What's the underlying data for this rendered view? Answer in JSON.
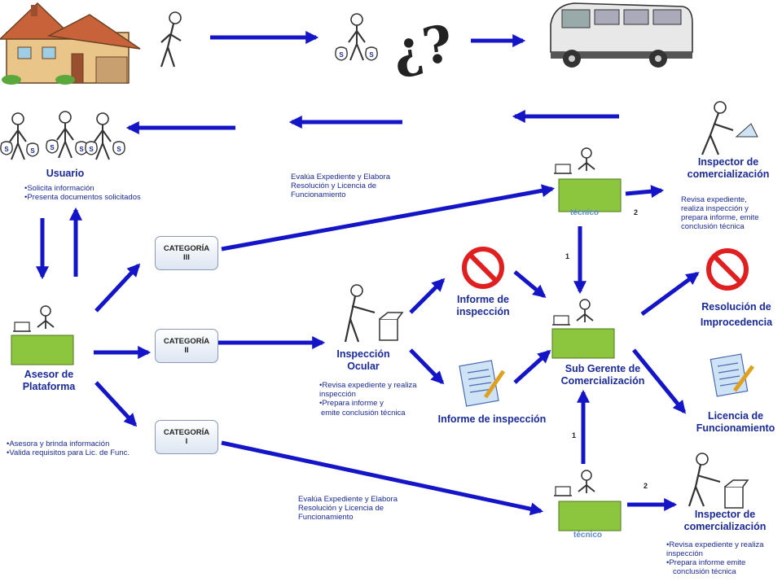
{
  "question_mark": "¿?",
  "usuario": {
    "title": "Usuario",
    "items": [
      "Solicita información",
      "Presenta documentos solicitados"
    ]
  },
  "asesor": {
    "title_line1": "Asesor de",
    "title_line2": "Plataforma",
    "items": [
      "Asesora y brinda información",
      "Valida requisitos para Lic. de Func."
    ]
  },
  "categorias": {
    "c3": {
      "line1": "CATEGORÍA",
      "line2": "III"
    },
    "c2": {
      "line1": "CATEGORÍA",
      "line2": "II"
    },
    "c1": {
      "line1": "CATEGORÍA",
      "line2": "I"
    }
  },
  "evalua_top": [
    "Evalúa Expediente y Elabora",
    "Resolución y Licencia de",
    "Funcionamiento"
  ],
  "evalua_bottom": [
    "Evalúa Expediente y Elabora",
    "Resolución y Licencia de",
    "Funcionamiento"
  ],
  "inspeccion_ocular": {
    "title_line1": "Inspección",
    "title_line2": "Ocular",
    "items": [
      "Revisa expediente y realiza inspección",
      "Prepara informe y"
    ],
    "extra": "emite conclusión técnica"
  },
  "informe_top": {
    "line1": "Informe de",
    "line2": "inspección"
  },
  "informe_bottom": "Informe de inspección",
  "subgerente": {
    "line1": "Sub Gerente de",
    "line2": "Comercialización"
  },
  "tecnico_label": "técnico",
  "inspector_top": {
    "line1": "Inspector de",
    "line2": "comercialización",
    "desc": [
      "Revisa expediente,",
      "realiza inspección y",
      "prepara informe, emite",
      "conclusión técnica"
    ]
  },
  "inspector_bottom": {
    "line1": "Inspector de",
    "line2": "comercialización",
    "items": [
      "Revisa expediente y realiza inspección",
      "Prepara informe emite"
    ],
    "extra": "conclusión técnica"
  },
  "resolucion": {
    "line1": "Resolución de",
    "line2": "Improcedencia"
  },
  "licencia": {
    "line1": "Licencia de",
    "line2": "Funcionamiento"
  },
  "numbers": {
    "top_1": "1",
    "top_2": "2",
    "bottom_1": "1",
    "bottom_2": "2"
  },
  "colors": {
    "arrow": "#1515c8",
    "desk": "#8cc63f",
    "text": "#1a2a9a",
    "prohibit": "#e02020"
  }
}
